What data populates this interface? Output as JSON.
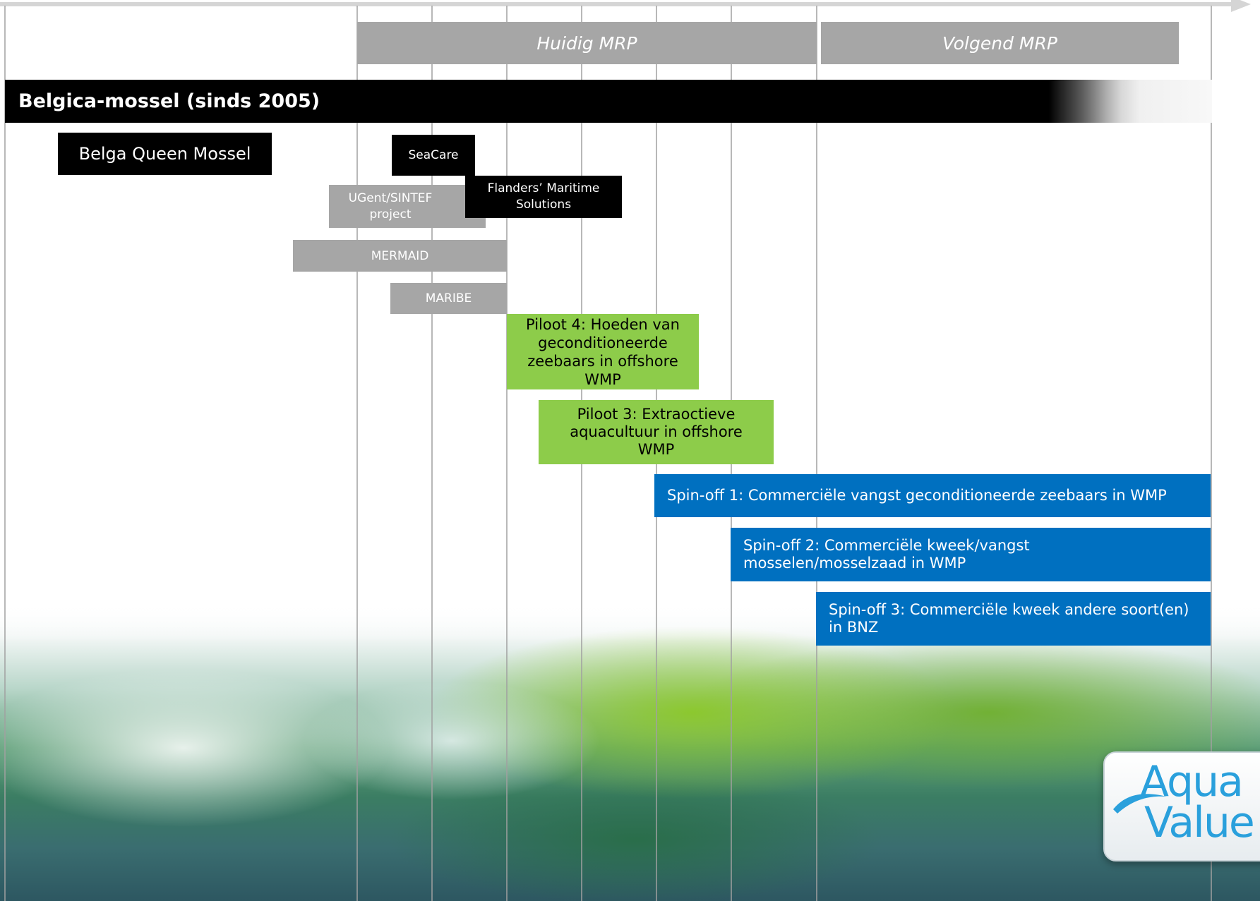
{
  "periods": {
    "current": "Huidig MRP",
    "next": "Volgend MRP"
  },
  "banner": {
    "label": "Belgica-mossel (sinds 2005)"
  },
  "projects": {
    "belga_queen": "Belga Queen Mossel",
    "seacare": "SeaCare",
    "flanders_maritime": "Flanders’ Maritime Solutions",
    "ugent_sintef": "UGent/SINTEF project",
    "mermaid": "MERMAID",
    "maribe": "MARIBE"
  },
  "pilots": {
    "pilot4": "Piloot 4: Hoeden van geconditioneerde zeebaars in offshore WMP",
    "pilot3": "Piloot 3: Extraoctieve aquacultuur in offshore WMP"
  },
  "spinoffs": {
    "spinoff1": "Spin-off 1: Commerciële vangst geconditioneerde zeebaars in WMP",
    "spinoff2": "Spin-off 2: Commerciële kweek/vangst mosselen/mosselzaad in WMP",
    "spinoff3": "Spin-off 3: Commerciële kweek andere soort(en) in BNZ"
  },
  "logo": {
    "line1": "Aqua",
    "line2": "Value"
  },
  "colors": {
    "black_box": "#000000",
    "grey_box": "#a6a6a6",
    "green_box": "#8dcc4a",
    "blue_box": "#0070c0",
    "logo_blue": "#2aa0dc"
  }
}
